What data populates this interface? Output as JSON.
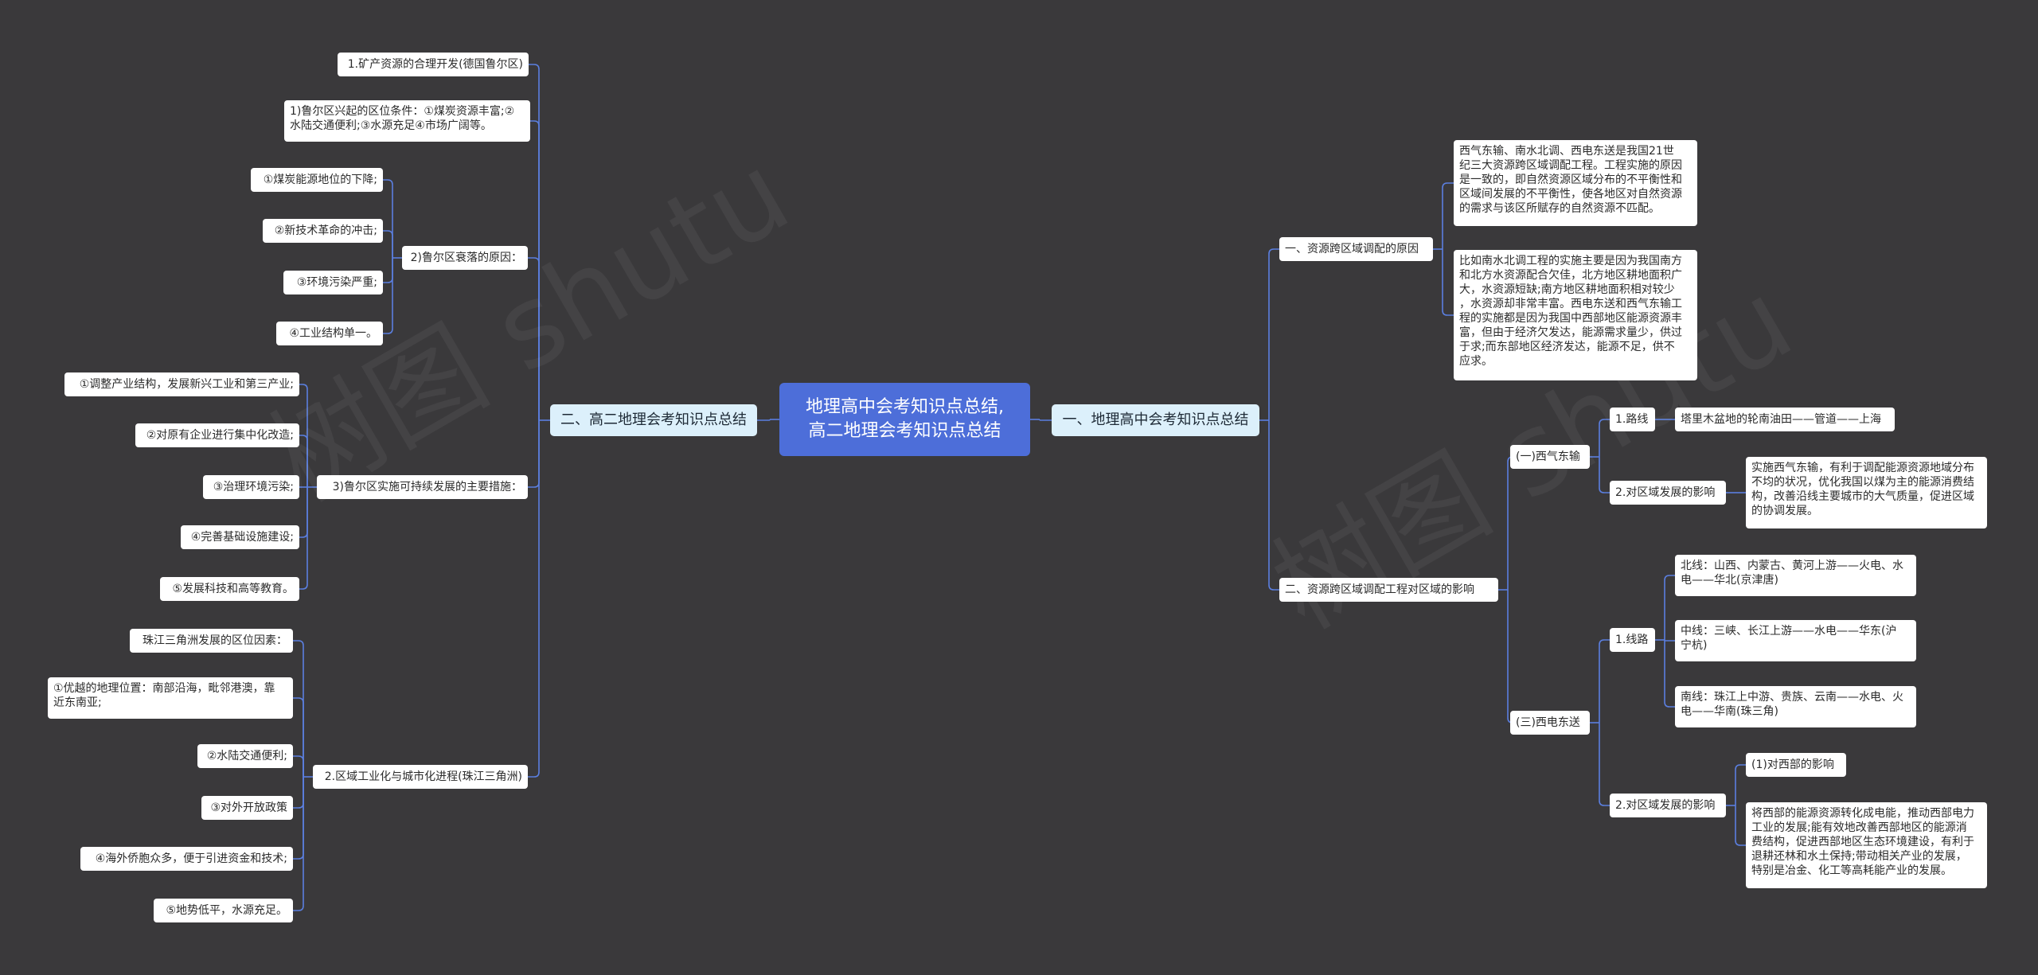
{
  "mindmap": {
    "root": "地理高中会考知识点总结,\n高二地理会考知识点总结",
    "branch_left": "二、高二地理会考知识点总结",
    "branch_right": "一、地理高中会考知识点总结",
    "left": {
      "l1_1": "1.矿产资源的合理开发(德国鲁尔区)",
      "l2_1": "1)鲁尔区兴起的区位条件：①煤炭资源丰富;②\n水陆交通便利;③水源充足④市场广阔等。",
      "l2_2": "2)鲁尔区衰落的原因：",
      "l3_1": "①煤炭能源地位的下降;",
      "l3_2": "②新技术革命的冲击;",
      "l3_3": "③环境污染严重;",
      "l3_4": "④工业结构单一。",
      "l2_3": "3)鲁尔区实施可持续发展的主要措施：",
      "l3_5": "①调整产业结构，发展新兴工业和第三产业;",
      "l3_6": "②对原有企业进行集中化改造;",
      "l3_7": "③治理环境污染;",
      "l3_8": "④完善基础设施建设;",
      "l3_9": "⑤发展科技和高等教育。",
      "l1_2": "2.区域工业化与城市化进程(珠江三角洲)",
      "l2_4": "珠江三角洲发展的区位因素：",
      "l2_5": "①优越的地理位置：南部沿海，毗邻港澳，靠\n近东南亚;",
      "l2_6": "②水陆交通便利;",
      "l2_7": "③对外开放政策",
      "l2_8": "④海外侨胞众多，便于引进资金和技术;",
      "l2_9": "⑤地势低平，水源充足。"
    },
    "right": {
      "r1_1": "一、资源跨区域调配的原因",
      "r2_1": "西气东输、南水北调、西电东送是我国21世\n纪三大资源跨区域调配工程。工程实施的原因\n是一致的，即自然资源区域分布的不平衡性和\n区域间发展的不平衡性，使各地区对自然资源\n的需求与该区所赋存的自然资源不匹配。",
      "r2_2": "比如南水北调工程的实施主要是因为我国南方\n和北方水资源配合欠佳，北方地区耕地面积广\n大，水资源短缺;南方地区耕地面积相对较少\n，水资源却非常丰富。西电东送和西气东输工\n程的实施都是因为我国中西部地区能源资源丰\n富，但由于经济欠发达，能源需求量少，供过\n于求;而东部地区经济发达，能源不足，供不\n应求。",
      "r1_2": "二、资源跨区域调配工程对区域的影响",
      "r2_3": "(一)西气东输",
      "r3_1": "1.路线",
      "r4_1": "塔里木盆地的轮南油田——管道——上海",
      "r3_2": "2.对区域发展的影响",
      "r4_2": "实施西气东输，有利于调配能源资源地域分布\n不均的状况，优化我国以煤为主的能源消费结\n构，改善沿线主要城市的大气质量，促进区域\n的协调发展。",
      "r2_4": "(三)西电东送",
      "r3_3": "1.线路",
      "r4_3": "北线：山西、内蒙古、黄河上游——火电、水\n电——华北(京津唐)",
      "r4_4": "中线：三峡、长江上游——水电——华东(沪\n宁杭)",
      "r4_5": "南线：珠江上中游、贵族、云南——水电、火\n电——华南(珠三角)",
      "r3_4": "2.对区域发展的影响",
      "r4_6": "(1)对西部的影响",
      "r4_7": "将西部的能源资源转化成电能，推动西部电力\n工业的发展;能有效地改善西部地区的能源消\n费结构，促进西部地区生态环境建设，有利于\n退耕还林和水土保持;带动相关产业的发展，\n特别是冶金、化工等高耗能产业的发展。"
    }
  },
  "colors": {
    "background": "#3a393b",
    "root": "#4d6ed9",
    "branch": "#dcf0fb",
    "node": "#ffffff",
    "connector": "#5b7fe0"
  }
}
